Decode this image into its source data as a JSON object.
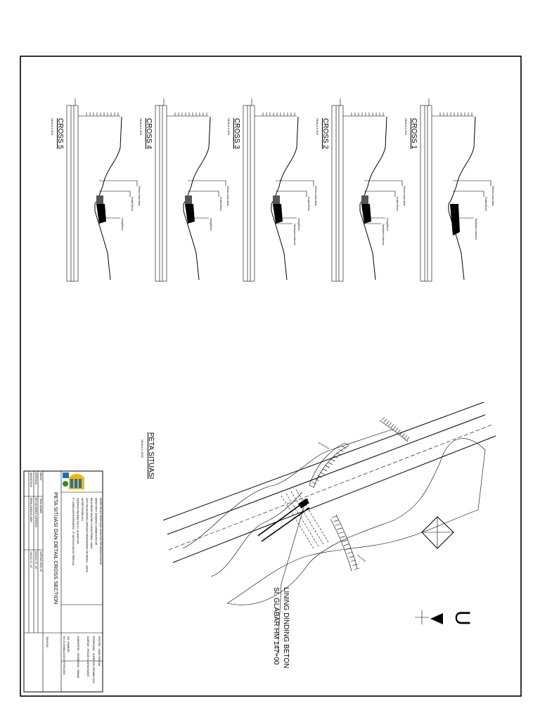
{
  "sheet": {
    "title": "PETA SITUASI DAN DETAIL CROSS SECTION",
    "situasi_title": "PETA SITUASI",
    "situasi_scale": "SKALA 1:1000"
  },
  "cross_sections": [
    {
      "title": "CROSS 1",
      "scale": "SKALA 1:200",
      "labels": [
        "Elevasi muka tanah",
        "Kondisi Eksist",
        "Tanah/pasir timbunan"
      ]
    },
    {
      "title": "CROSS 2",
      "scale": "SKALA 1:200",
      "labels": [
        "Elevasi muka tanah",
        "Kondisi Eksist",
        "Lining Beton",
        "Tanah/pasir timbunan"
      ]
    },
    {
      "title": "CROSS 3",
      "scale": "SKALA 1:200",
      "labels": [
        "Elevasi muka tanah",
        "Kondisi Eksist",
        "Lining Beton",
        "Tanah/pasir timbunan"
      ]
    },
    {
      "title": "CROSS 4",
      "scale": "SKALA 1:200",
      "labels": [
        "Elevasi muka tanah",
        "Kondisi Eksist",
        "Lining Beton"
      ]
    },
    {
      "title": "CROSS 5",
      "scale": "SKALA 1:200",
      "labels": [
        "Elevasi muka tanah",
        "Kondisi Eksist",
        "Lining Beton"
      ]
    }
  ],
  "map": {
    "callout": [
      "LINING DINDING BETON",
      "SI. GLABAR HM 147+00"
    ],
    "north_letter": "U",
    "road_label": "JALAN DESA",
    "channel_label": "SALURAN"
  },
  "title_block": {
    "header_lines": [
      "KEMENTERIAN PEKERJAAN UMUM DAN PERUMAHAN RAKYAT",
      "DIREKTORAT JENDERAL SUMBER DAYA AIR",
      "BALAI BESAR WILAYAH SUNGAI PEMALI JUANA",
      "SNVT PELAKSANAAN JARINGAN PEMANFAATAN AIR PEMALI - JUANA",
      "SATKER PENGELOLA",
      "SUPERVISI REHABILITASI D.I. GLAPAN KIRI",
      "PT. INDRA KARYA (PERSERO) - PT. BINTANG KALING PERKASA"
    ],
    "project": "PROYEK : JAWA TENGAH",
    "job": "PEKERJAAN : SUPERVISI REHABILITASI",
    "location": "DAERAH : IRIGASI GLAPAN BARAT",
    "district": "KABUPATEN : GROBOGAN - DEMAK",
    "sheet_no": "NO. GAMBAR :",
    "code": "KO.03.03/BALAI(SNVT)PJPA/2023",
    "date": "TANGGAL :",
    "rows": [
      {
        "role": "DIBUAT",
        "name": "TEAM LEADER",
        "person": "SUPRIANTORO, MT"
      },
      {
        "role": "DIPERIKSA",
        "name": "KETUA DIREKSI SUPERVISI",
        "person": "MULIA D. ST., MT"
      },
      {
        "role": "MENGETAHUI",
        "name": "KEPALA BIDANG O&PA",
        "person": "YULIUS, ST., MT"
      }
    ]
  }
}
